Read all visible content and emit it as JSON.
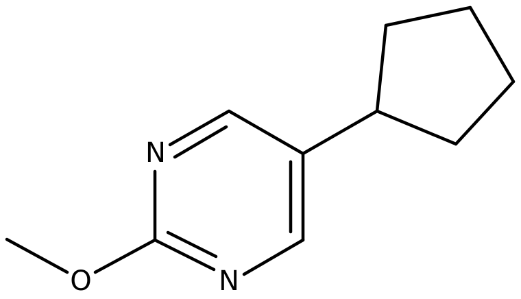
{
  "atoms": {
    "n1": "N",
    "n3": "N",
    "o": "O"
  }
}
